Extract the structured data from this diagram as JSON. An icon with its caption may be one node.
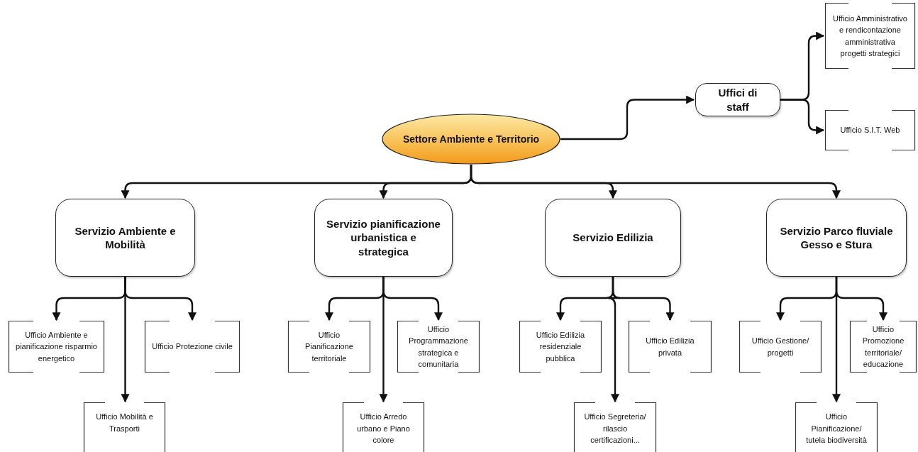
{
  "diagram": {
    "nodes": [
      {
        "text": [
          "Settore Ambiente e Territorio"
        ]
      },
      {
        "text": [
          "Uffici di staff"
        ]
      },
      {
        "text": [
          "Ufficio Amministrativo e rendicontazione amministrativa progetti strategici"
        ]
      },
      {
        "text": [
          "Ufficio S.I.T. Web"
        ]
      },
      {
        "text": [
          "Servizio Ambiente e Mobilità"
        ]
      },
      {
        "text": [
          "Servizio pianificazione urbanistica e strategica"
        ]
      },
      {
        "text": [
          "Servizio Edilizia"
        ]
      },
      {
        "text": [
          "Servizio Parco fluviale Gesso e Stura"
        ]
      },
      {
        "text": [
          "Ufficio Ambiente e pianificazione risparmio energetico"
        ]
      },
      {
        "text": [
          "Ufficio Protezione civile"
        ]
      },
      {
        "text": [
          "Ufficio Mobilità e Trasporti"
        ]
      },
      {
        "text": [
          "Ufficio Pianificazione territoriale"
        ]
      },
      {
        "text": [
          "Ufficio Programmazione strategica e comunitaria"
        ]
      },
      {
        "text": [
          "Ufficio Arredo urbano e Piano colore"
        ]
      },
      {
        "text": [
          "Ufficio Edilizia residenziale pubblica"
        ]
      },
      {
        "text": [
          "Ufficio Edilizia privata"
        ]
      },
      {
        "text": [
          "Ufficio Segreteria/ rilascio certificazioni..."
        ]
      },
      {
        "text": [
          "Ufficio Gestione/ progetti"
        ]
      },
      {
        "text": [
          "Ufficio Promozione territoriale/ educazione"
        ]
      },
      {
        "text": [
          "Ufficio Pianificazione/ tutela biodiversità"
        ]
      }
    ],
    "edges": [
      {
        "from": 0,
        "to": 1,
        "arrow": "to"
      },
      {
        "from": 1,
        "to": 2,
        "arrow": "to"
      },
      {
        "from": 1,
        "to": 3,
        "arrow": "to"
      },
      {
        "from": 0,
        "to": 4,
        "arrow": "to"
      },
      {
        "from": 0,
        "to": 5,
        "arrow": "to"
      },
      {
        "from": 0,
        "to": 6,
        "arrow": "to"
      },
      {
        "from": 0,
        "to": 7,
        "arrow": "to"
      },
      {
        "from": 4,
        "to": 8,
        "arrow": "to"
      },
      {
        "from": 4,
        "to": 9,
        "arrow": "to"
      },
      {
        "from": 4,
        "to": 10,
        "arrow": "to"
      },
      {
        "from": 5,
        "to": 11,
        "arrow": "to"
      },
      {
        "from": 5,
        "to": 12,
        "arrow": "to"
      },
      {
        "from": 5,
        "to": 13,
        "arrow": "to"
      },
      {
        "from": 6,
        "to": 14,
        "arrow": "to"
      },
      {
        "from": 6,
        "to": 15,
        "arrow": "to"
      },
      {
        "from": 6,
        "to": 16,
        "arrow": "to"
      },
      {
        "from": 7,
        "to": 17,
        "arrow": "to"
      },
      {
        "from": 7,
        "to": 18,
        "arrow": "to"
      },
      {
        "from": 7,
        "to": 19,
        "arrow": "to"
      }
    ]
  }
}
